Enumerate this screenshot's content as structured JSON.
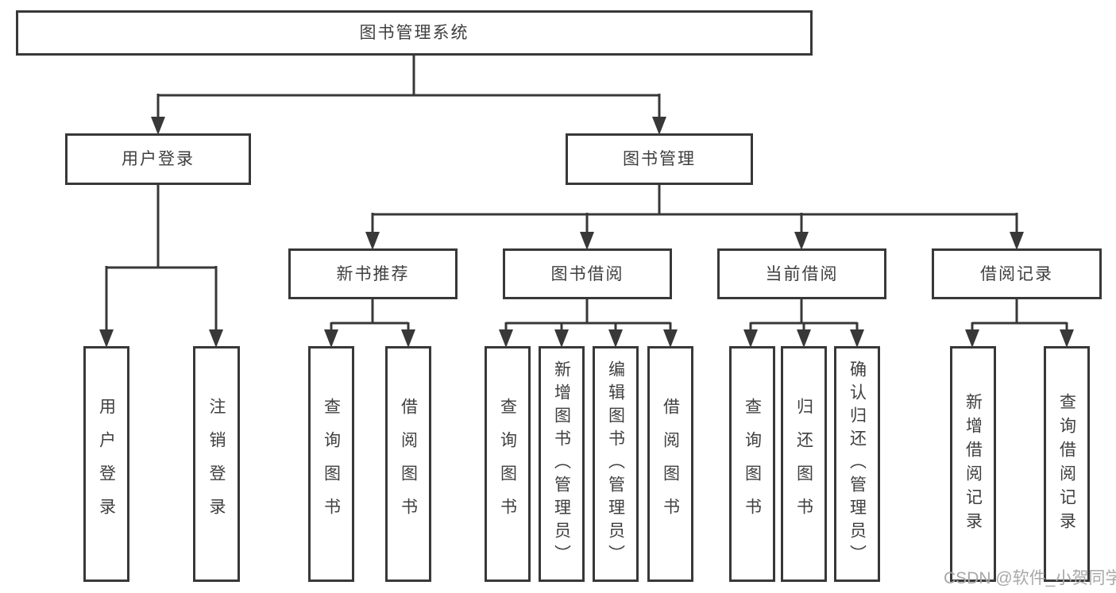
{
  "diagram": {
    "root": {
      "label": "图书管理系统"
    },
    "level2": [
      {
        "label": "用户登录"
      },
      {
        "label": "图书管理"
      }
    ],
    "level3": [
      {
        "label": "新书推荐"
      },
      {
        "label": "图书借阅"
      },
      {
        "label": "当前借阅"
      },
      {
        "label": "借阅记录"
      }
    ],
    "leaves": [
      {
        "label": "用户登录"
      },
      {
        "label": "注销登录"
      },
      {
        "label": "查询图书"
      },
      {
        "label": "借阅图书"
      },
      {
        "label": "查询图书"
      },
      {
        "label": "新增图书（管理员）"
      },
      {
        "label": "编辑图书（管理员）"
      },
      {
        "label": "借阅图书"
      },
      {
        "label": "查询图书"
      },
      {
        "label": "归还图书"
      },
      {
        "label": "确认归还（管理员）"
      },
      {
        "label": "新增借阅记录"
      },
      {
        "label": "查询借阅记录"
      }
    ]
  },
  "watermark": {
    "text": "CSDN @软件_小贺同学",
    "color": "#a8a8a8"
  },
  "colors": {
    "line": "#383838",
    "box_border": "#383838",
    "text": "#3f3f3f",
    "background": "#ffffff"
  }
}
